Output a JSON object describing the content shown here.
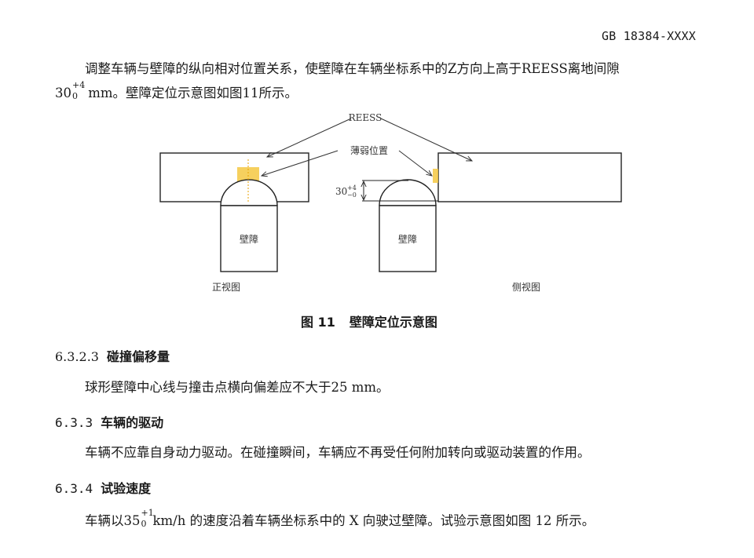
{
  "header": {
    "doc_code": "GB 18384-XXXX"
  },
  "intro": {
    "line1": "调整车辆与壁障的纵向相对位置关系，使壁障在车辆坐标系中的Z方向上高于REESS离地间隙",
    "value": "30",
    "tol_upper": "+4",
    "tol_lower": "0",
    "line2_rest": " mm。壁障定位示意图如图11所示。"
  },
  "figure": {
    "label_reess": "REESS",
    "label_weak": "薄弱位置",
    "label_obstacle_front": "壁障",
    "label_obstacle_side": "壁障",
    "dim_value": "30",
    "dim_upper": "+4",
    "dim_lower": "−0",
    "view_front": "正视图",
    "view_side": "侧视图",
    "highlight_color": "#f5c842",
    "caption_number": "图 11",
    "caption_title": "壁障定位示意图"
  },
  "sections": [
    {
      "number": "6.3.2.3",
      "title": "碰撞偏移量",
      "body": "球形壁障中心线与撞击点横向偏差应不大于25 mm。"
    },
    {
      "number": "6.3.3",
      "title": "车辆的驱动",
      "body": "车辆不应靠自身动力驱动。在碰撞瞬间，车辆应不再受任何附加转向或驱动装置的作用。"
    },
    {
      "number": "6.3.4",
      "title": "试验速度",
      "body_pre": "车辆以35",
      "tol_upper": "+1",
      "tol_lower": "0",
      "body_post": "km/h 的速度沿着车辆坐标系中的 X 向驶过壁障。试验示意图如图 12 所示。"
    }
  ]
}
